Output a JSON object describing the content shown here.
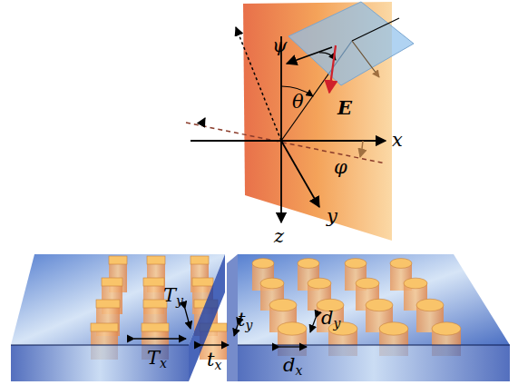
{
  "diagram": {
    "labels": [
      "ψ",
      "θ",
      "E",
      "x",
      "φ",
      "y",
      "z",
      "Ty",
      "ty",
      "Tx",
      "tx",
      "dy",
      "dx"
    ]
  }
}
